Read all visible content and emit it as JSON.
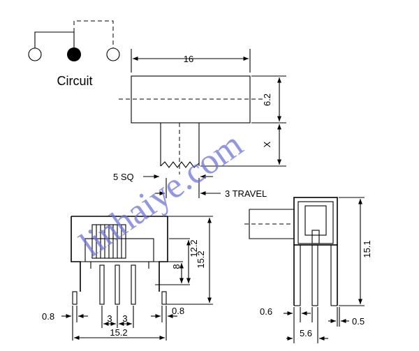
{
  "circuit": {
    "label": "Circuit"
  },
  "dimensions": {
    "width_top": "16",
    "height_side": "6.2",
    "x_label": "X",
    "sq_label": "5 SQ",
    "travel_label": "3 TRAVEL",
    "front_12_2": "12.2",
    "front_8": "8",
    "front_15_2_right": "15.2",
    "front_0_8_left": "0.8",
    "front_0_8_right": "0.8",
    "front_3_a": "3",
    "front_3_b": "3",
    "front_15_2_bottom": "15.2",
    "side_15_1": "15.1",
    "side_0_6": "0.6",
    "side_5_6": "5.6",
    "side_0_5": "0.5"
  },
  "watermark": "linhaiye.com"
}
